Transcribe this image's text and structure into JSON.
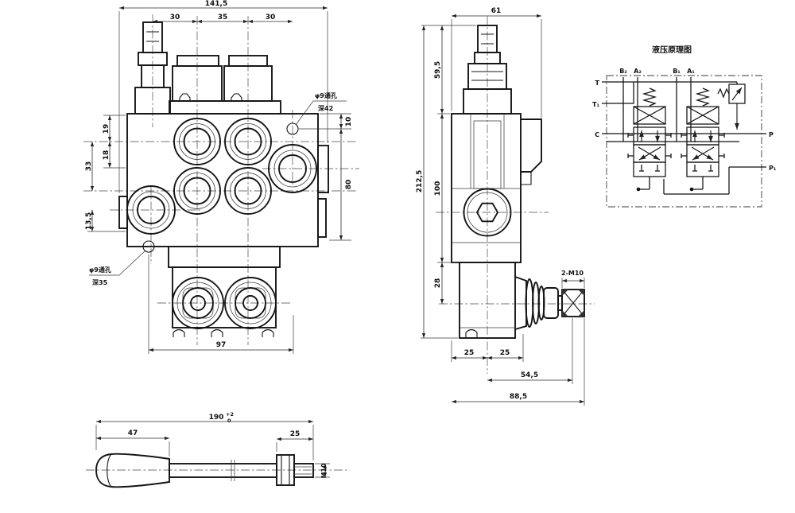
{
  "front_view": {
    "dim_overall": "141,5",
    "dim_seg_left": "30",
    "dim_seg_mid": "35",
    "dim_seg_right": "30",
    "dim_19": "19",
    "dim_18": "18",
    "dim_33": "33",
    "dim_13_5": "13,5",
    "dim_10": "10",
    "dim_80": "80",
    "dim_97": "97",
    "hole_top_line1": "φ9通孔",
    "hole_top_line2": "深42",
    "hole_bottom_line1": "φ9通孔",
    "hole_bottom_line2": "深35"
  },
  "side_view": {
    "dim_width": "61",
    "dim_height_upper": "59,5",
    "dim_height_total": "212,5",
    "dim_height_body": "100",
    "dim_height_lower": "28",
    "dim_foot_left": "25",
    "dim_foot_right": "25",
    "dim_joint": "54,5",
    "dim_overall_depth": "88,5",
    "thread_label": "2-M10"
  },
  "schematic": {
    "title": "液压原理图",
    "port_t": "T",
    "port_t1": "T₁",
    "port_c": "C",
    "port_p": "P",
    "port_p1": "P₁",
    "port_b2": "B₂",
    "port_a2": "A₂",
    "port_b1": "B₁",
    "port_a1": "A₁"
  },
  "handle_view": {
    "dim_overall": "190",
    "tolerance_upper": "+2",
    "tolerance_lower": "0",
    "dim_grip": "47",
    "dim_thread_length": "25",
    "thread_label": "M10"
  },
  "colors": {
    "line": "#151515",
    "background": "#ffffff"
  }
}
